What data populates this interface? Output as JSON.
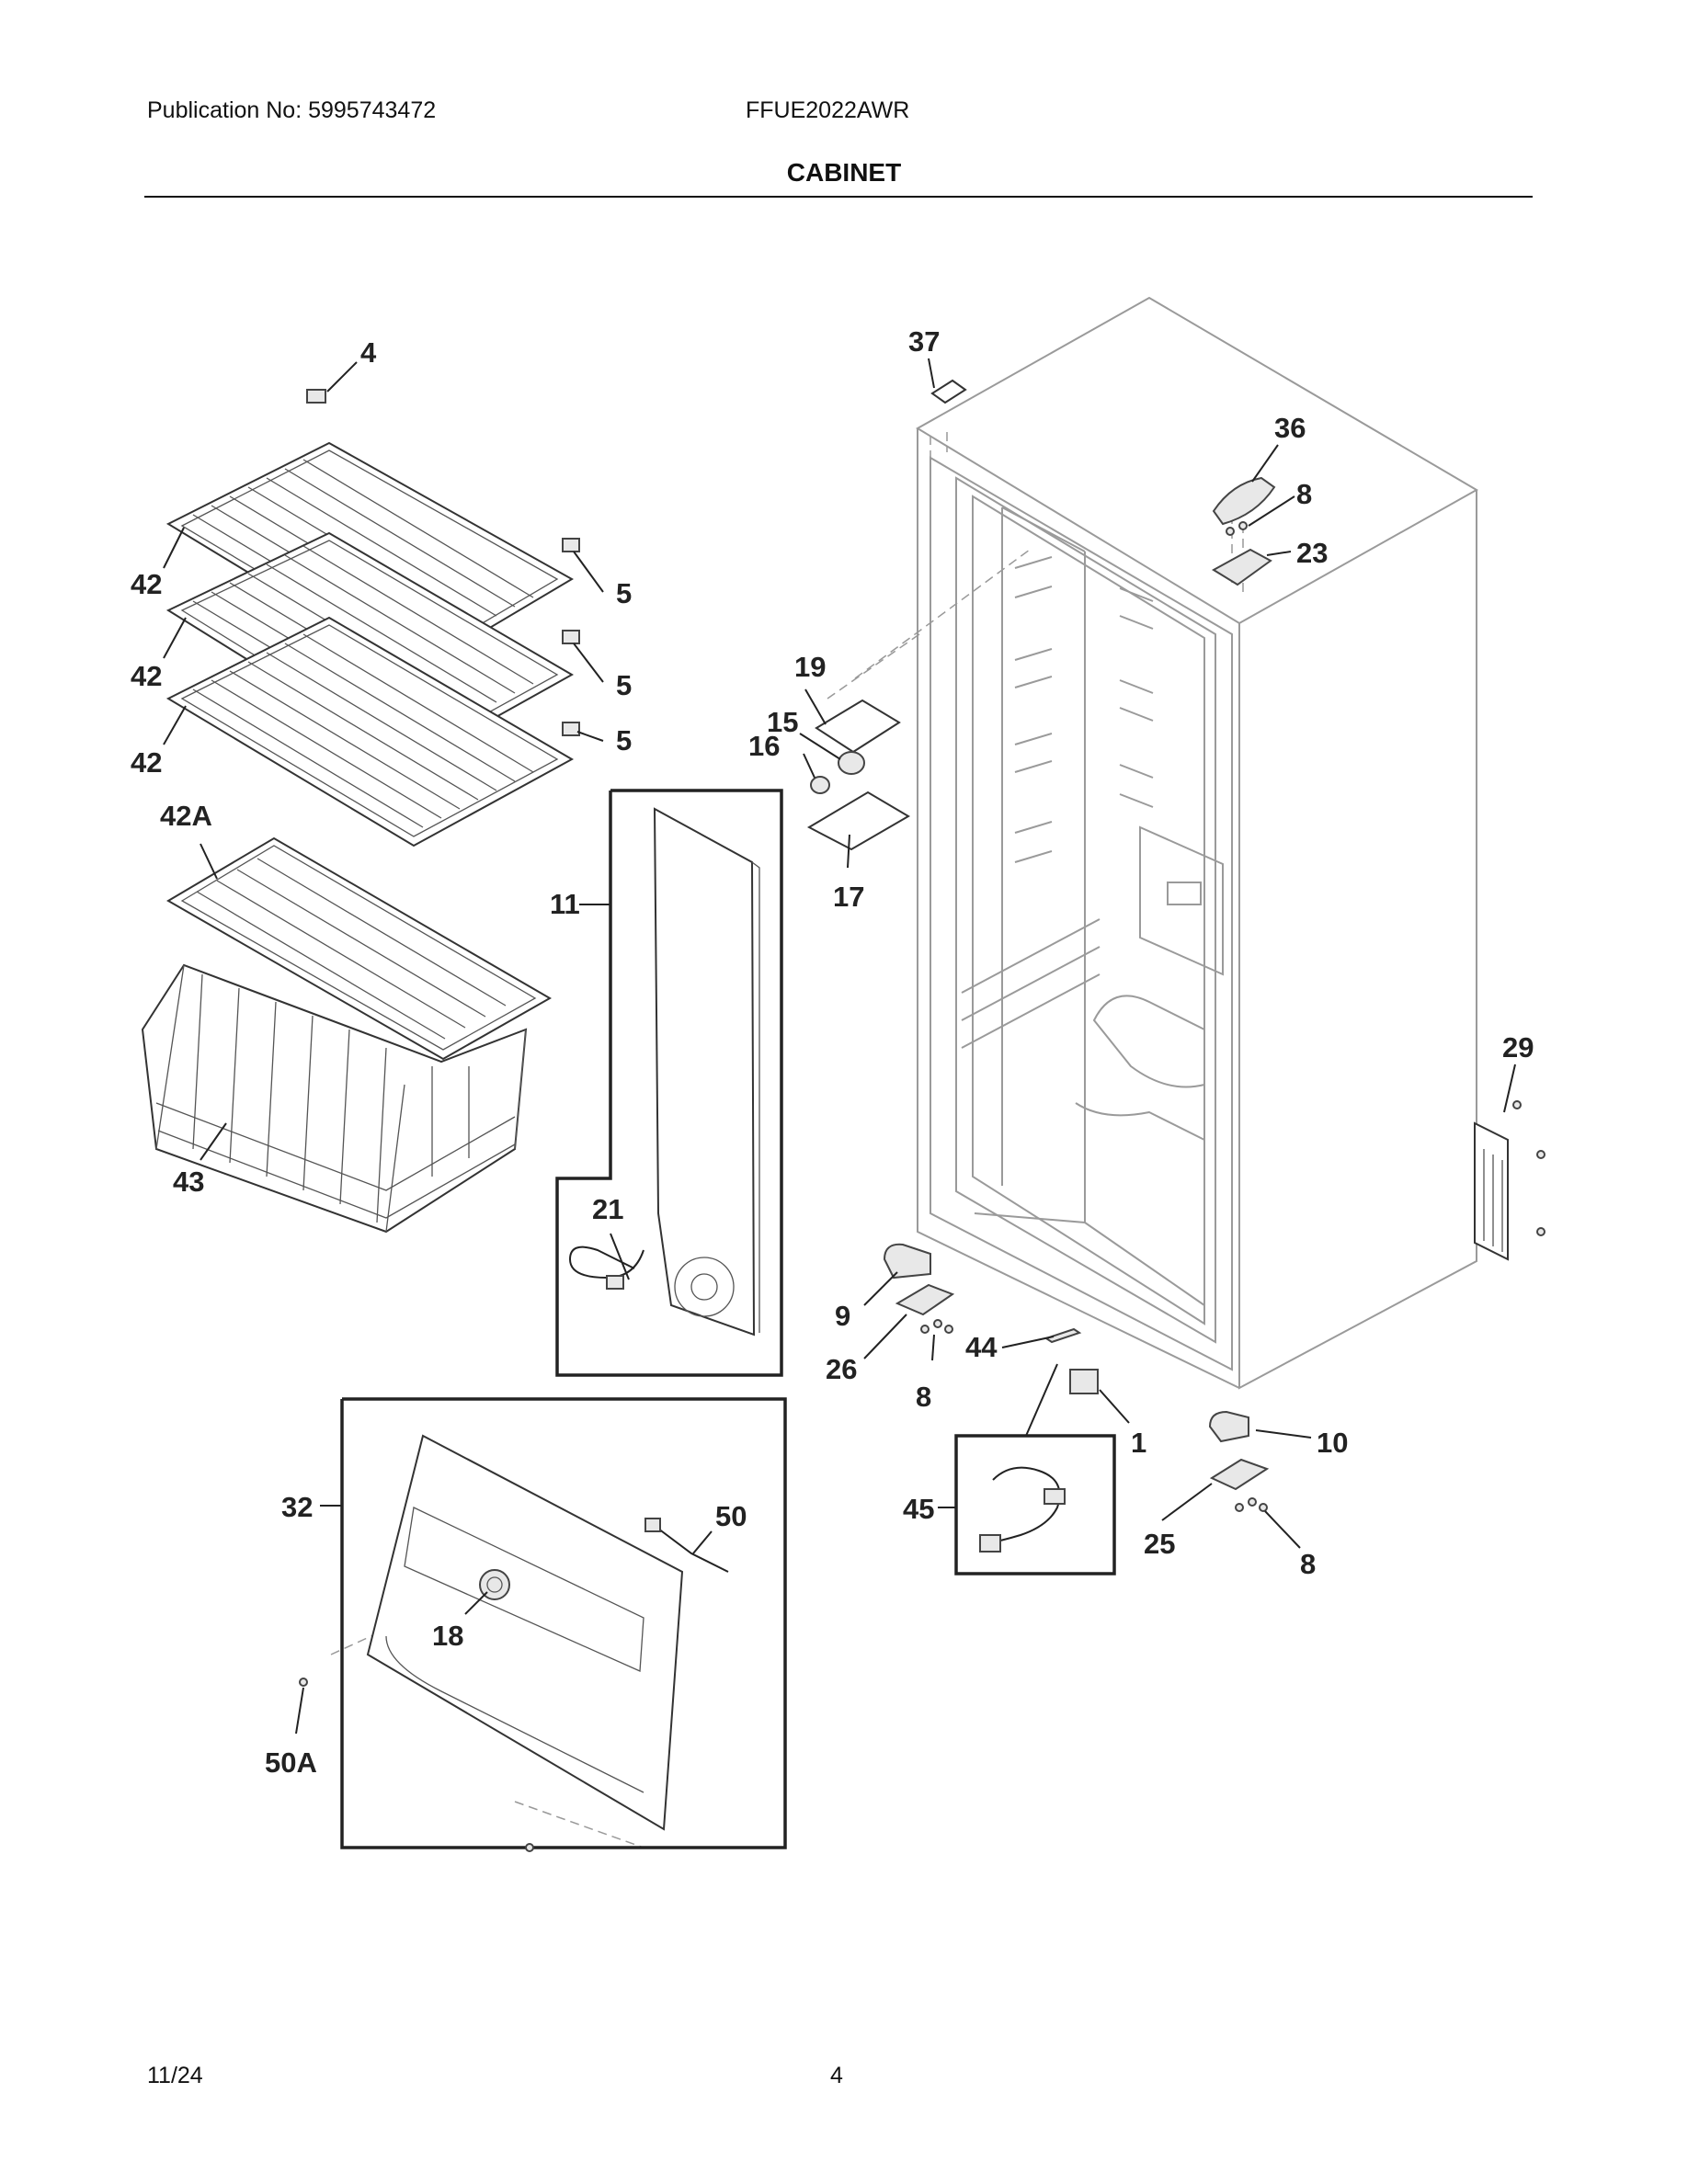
{
  "header": {
    "publication": "Publication No: 5995743472",
    "model": "FFUE2022AWR",
    "title": "CABINET"
  },
  "footer": {
    "date": "11/24",
    "page_number": "4"
  },
  "callouts": {
    "c1": "1",
    "c4": "4",
    "c5a": "5",
    "c5b": "5",
    "c5c": "5",
    "c8a": "8",
    "c8b": "8",
    "c8c": "8",
    "c9": "9",
    "c10": "10",
    "c11": "11",
    "c15": "15",
    "c16": "16",
    "c17": "17",
    "c18": "18",
    "c19": "19",
    "c21": "21",
    "c23": "23",
    "c25": "25",
    "c26": "26",
    "c29": "29",
    "c32": "32",
    "c36": "36",
    "c37": "37",
    "c42a": "42",
    "c42b": "42",
    "c42c": "42",
    "c42A": "42A",
    "c43": "43",
    "c44": "44",
    "c45": "45",
    "c50": "50",
    "c50A": "50A"
  }
}
